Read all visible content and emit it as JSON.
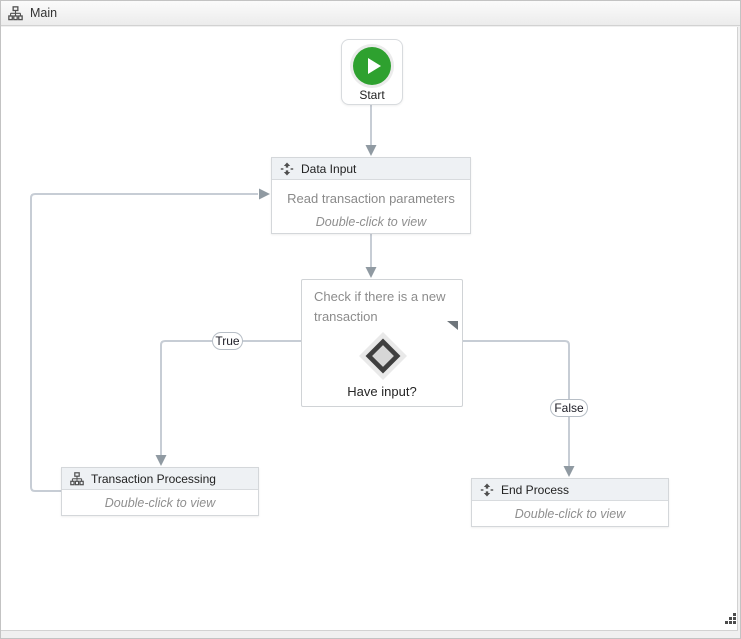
{
  "window": {
    "title": "Main",
    "title_icon": "flowchart-icon",
    "resize_grip_icon": "resize-grip-icon"
  },
  "flowchart": {
    "start": {
      "label": "Start",
      "icon": "play-icon"
    },
    "data_input": {
      "title": "Data Input",
      "icon": "sequence-icon",
      "description": "Read transaction parameters",
      "hint": "Double-click to view"
    },
    "decision": {
      "annotation": "Check if there is a new transaction",
      "question": "Have input?",
      "icon": "decision-diamond-icon",
      "true_label": "True",
      "false_label": "False"
    },
    "transaction_processing": {
      "title": "Transaction Processing",
      "icon": "flowchart-icon",
      "hint": "Double-click to view"
    },
    "end_process": {
      "title": "End Process",
      "icon": "sequence-icon",
      "hint": "Double-click to view"
    }
  },
  "colors": {
    "start_green": "#2ea12f",
    "connector_line": "#c7cdd5",
    "connector_arrow": "#909aa2",
    "activity_header_bg": "#eef1f4",
    "canvas_bg": "#ffffff",
    "titlebar_bg": "#f3f3f3",
    "muted_text": "#8a8a8a"
  }
}
